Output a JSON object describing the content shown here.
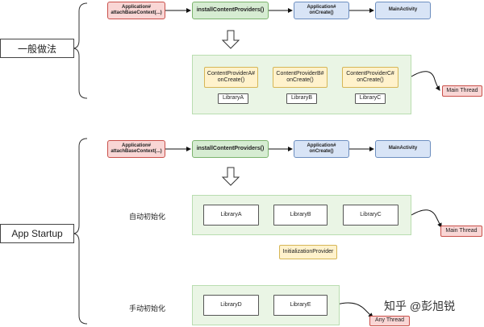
{
  "diagram": {
    "sections": [
      {
        "label": "一般做法",
        "flow": [
          "Application#\nattachBaseContext(...)",
          "installContentProviders()",
          "Application#\nonCreate()",
          "MainActivity"
        ],
        "providers": [
          "ContentProviderA#\nonCreate()",
          "ContentProviderB#\nonCreate()",
          "ContentProviderC#\nonCreate()"
        ],
        "libraries": [
          "LibraryA",
          "LibraryB",
          "LibraryC"
        ],
        "thread": "Main Thread"
      },
      {
        "label": "App Startup",
        "flow": [
          "Application#\nattachBaseContext(...)",
          "installContentProviders()",
          "Application#\nonCreate()",
          "MainActivity"
        ],
        "auto_label": "自动初始化",
        "auto_libraries": [
          "LibraryA",
          "LibraryB",
          "LibraryC"
        ],
        "auto_thread": "Main Thread",
        "provider": "InitializationProvider",
        "manual_label": "手动初始化",
        "manual_libraries": [
          "LibraryD",
          "LibraryE"
        ],
        "manual_thread": "Any Thread"
      }
    ],
    "watermark": "知乎 @彭旭锐"
  }
}
